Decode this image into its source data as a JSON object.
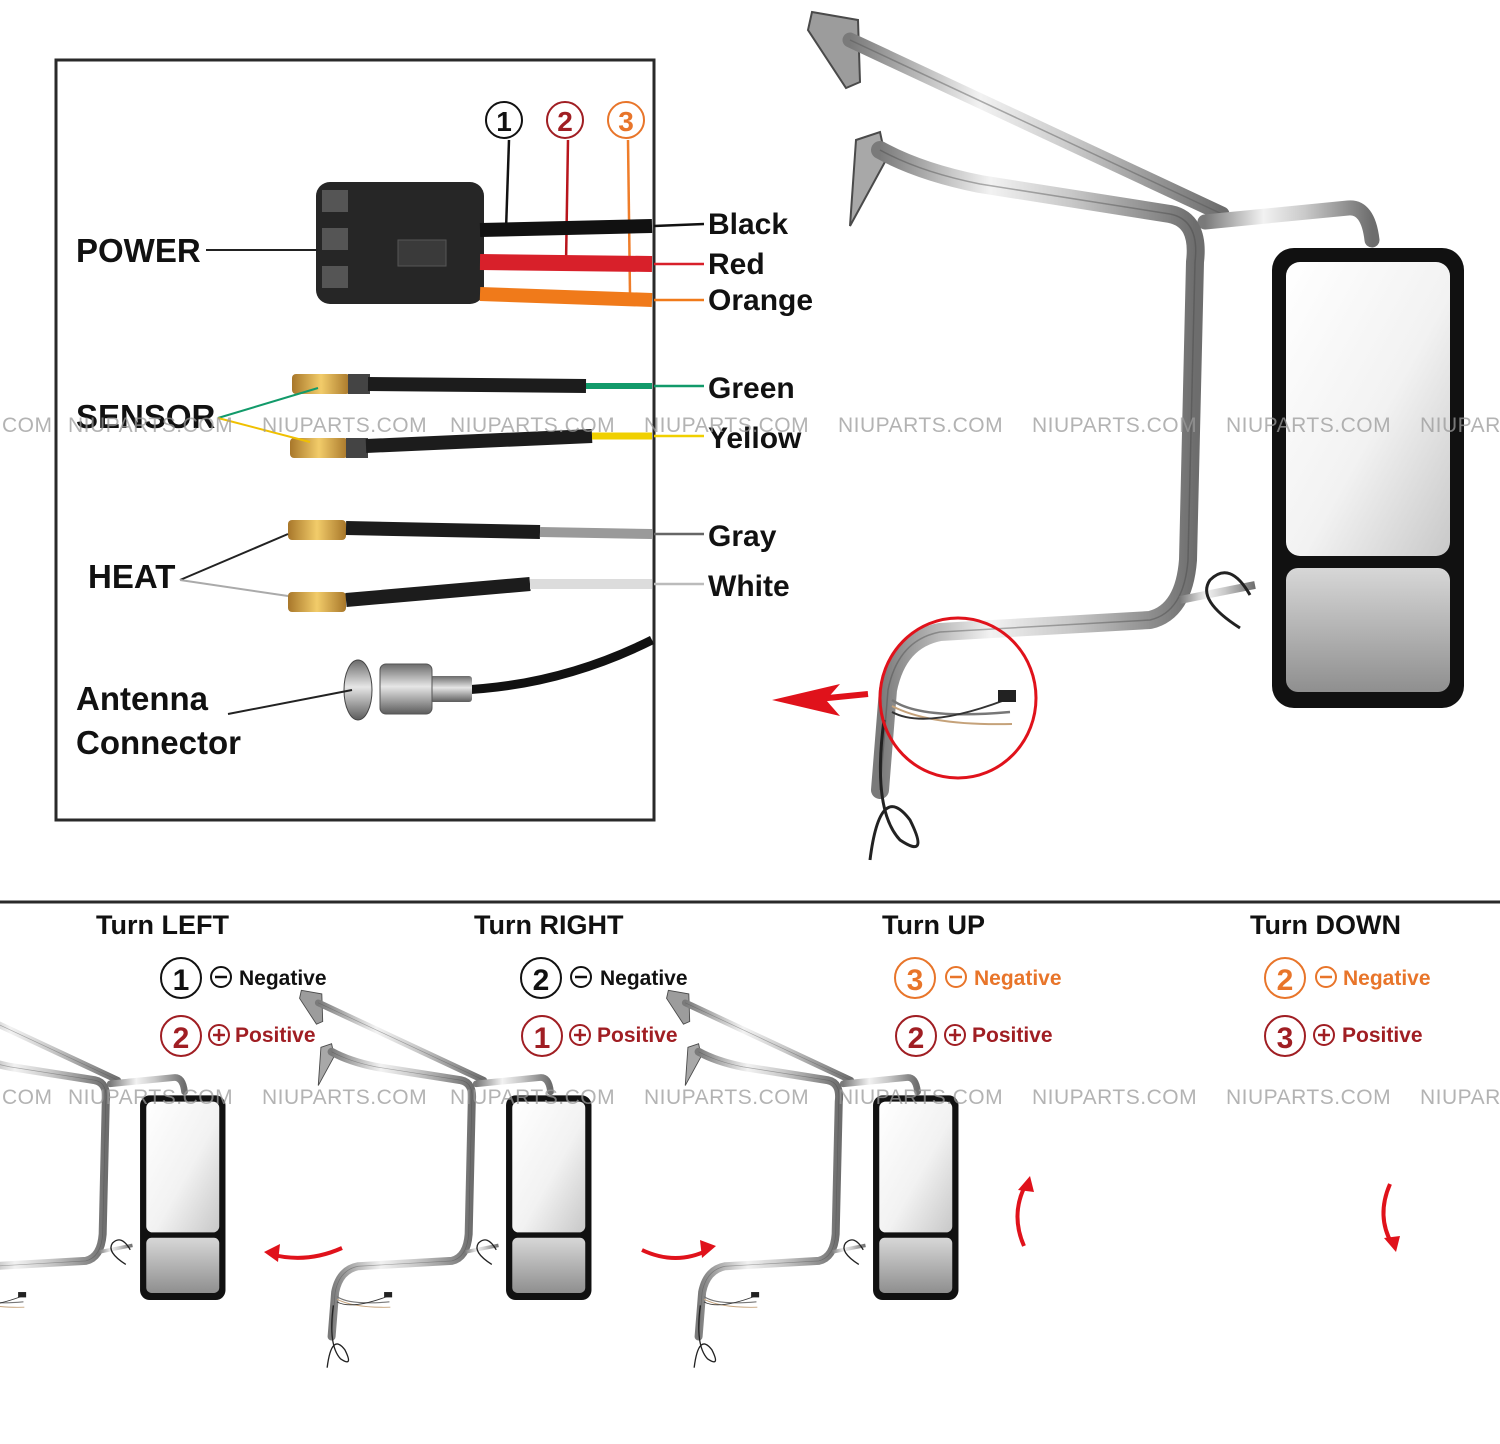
{
  "watermark": "NIUPARTS.COM",
  "watermark_partial_left": "COM",
  "watermark_partial_right": "NIUPAR",
  "badges": {
    "one": "1",
    "two": "2",
    "three": "3"
  },
  "wiring": {
    "groups": {
      "power": "POWER",
      "sensor": "SENSOR",
      "heat": "HEAT",
      "antenna_line1": "Antenna",
      "antenna_line2": "Connector"
    },
    "wires": {
      "black": "Black",
      "red": "Red",
      "orange": "Orange",
      "green": "Green",
      "yellow": "Yellow",
      "gray": "Gray",
      "white": "White"
    }
  },
  "modes": [
    {
      "title": "Turn LEFT",
      "neg_num": "1",
      "neg_label": "Negative",
      "pos_num": "2",
      "pos_label": "Positive"
    },
    {
      "title": "Turn RIGHT",
      "neg_num": "2",
      "neg_label": "Negative",
      "pos_num": "1",
      "pos_label": "Positive"
    },
    {
      "title": "Turn UP",
      "neg_num": "3",
      "neg_label": "Negative",
      "pos_num": "2",
      "pos_label": "Positive"
    },
    {
      "title": "Turn DOWN",
      "neg_num": "2",
      "neg_label": "Negative",
      "pos_num": "3",
      "pos_label": "Positive"
    }
  ],
  "colors": {
    "wire_black": "#111111",
    "wire_red": "#d8202a",
    "wire_orange": "#f07a1a",
    "wire_green": "#129a6a",
    "wire_yellow": "#f0d000",
    "wire_gray": "#9a9a9a",
    "wire_white": "#e4e4e4",
    "badge_one": "#111111",
    "badge_two": "#a01e23",
    "badge_three": "#e8752a",
    "callout_red": "#e0121b",
    "chrome": "#b8b8b8"
  }
}
